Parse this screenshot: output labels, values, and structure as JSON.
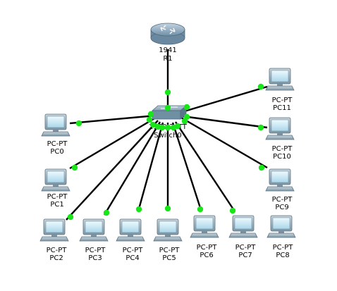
{
  "colors": {
    "link": "#000000",
    "port_up": "#19e619",
    "background": "#ffffff",
    "pc_body": "#8fa6b3",
    "pc_screen": "#d9f1fb",
    "router_body": "#8aa7bd",
    "switch_body": "#6f8fa3"
  },
  "router": {
    "icon": "router-icon",
    "model": "1941",
    "name": "R1"
  },
  "switch": {
    "icon": "switch-icon",
    "model": "2960-24TT",
    "name": "Switch0"
  },
  "pcs": [
    {
      "icon": "pc-icon",
      "model": "PC-PT",
      "name": "PC0"
    },
    {
      "icon": "pc-icon",
      "model": "PC-PT",
      "name": "PC1"
    },
    {
      "icon": "pc-icon",
      "model": "PC-PT",
      "name": "PC2"
    },
    {
      "icon": "pc-icon",
      "model": "PC-PT",
      "name": "PC3"
    },
    {
      "icon": "pc-icon",
      "model": "PC-PT",
      "name": "PC4"
    },
    {
      "icon": "pc-icon",
      "model": "PC-PT",
      "name": "PC5"
    },
    {
      "icon": "pc-icon",
      "model": "PC-PT",
      "name": "PC6"
    },
    {
      "icon": "pc-icon",
      "model": "PC-PT",
      "name": "PC7"
    },
    {
      "icon": "pc-icon",
      "model": "PC-PT",
      "name": "PC8"
    },
    {
      "icon": "pc-icon",
      "model": "PC-PT",
      "name": "PC9"
    },
    {
      "icon": "pc-icon",
      "model": "PC-PT",
      "name": "PC10"
    },
    {
      "icon": "pc-icon",
      "model": "PC-PT",
      "name": "PC11"
    }
  ],
  "links": [
    {
      "from": "R1",
      "to": "Switch0"
    },
    {
      "from": "PC0",
      "to": "Switch0"
    },
    {
      "from": "PC1",
      "to": "Switch0"
    },
    {
      "from": "PC2",
      "to": "Switch0"
    },
    {
      "from": "PC3",
      "to": "Switch0"
    },
    {
      "from": "PC4",
      "to": "Switch0"
    },
    {
      "from": "PC5",
      "to": "Switch0"
    },
    {
      "from": "PC6",
      "to": "Switch0"
    },
    {
      "from": "PC7",
      "to": "Switch0"
    },
    {
      "from": "PC9",
      "to": "Switch0"
    },
    {
      "from": "PC10",
      "to": "Switch0"
    },
    {
      "from": "PC11",
      "to": "Switch0"
    }
  ]
}
